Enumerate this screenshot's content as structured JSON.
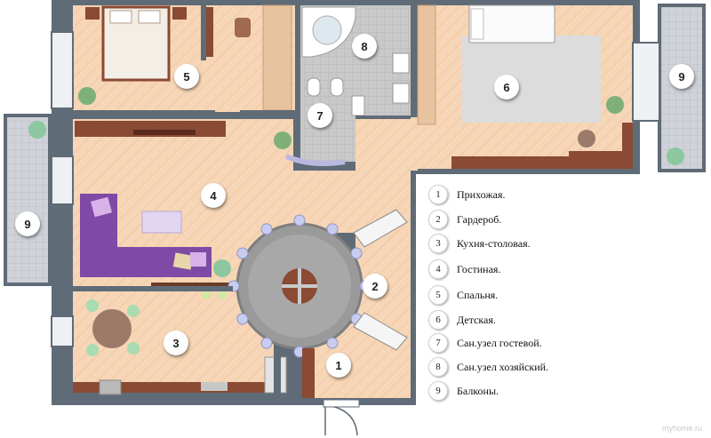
{
  "plan": {
    "room_markers": [
      "1",
      "2",
      "3",
      "4",
      "5",
      "6",
      "7",
      "8",
      "9",
      "9"
    ]
  },
  "legend": [
    {
      "num": "1",
      "label": "Прихожая."
    },
    {
      "num": "2",
      "label": "Гардероб."
    },
    {
      "num": "3",
      "label": "Кухня-столовая."
    },
    {
      "num": "4",
      "label": "Гостиная."
    },
    {
      "num": "5",
      "label": "Спальня."
    },
    {
      "num": "6",
      "label": "Детская."
    },
    {
      "num": "7",
      "label": "Сан.узел гостевой."
    },
    {
      "num": "8",
      "label": "Сан.узел хозяйский."
    },
    {
      "num": "9",
      "label": "Балконы."
    }
  ],
  "watermark": "myhome.ru",
  "colors": {
    "wall": "#5f6b77",
    "floor_wood": "#f4d3b1",
    "floor_tile": "#c8c8c8",
    "carpet": "#d9d9d9",
    "sofa": "#7f4aa5",
    "furniture_brown": "#8a4a33",
    "table_grey": "#9a9a9a"
  }
}
